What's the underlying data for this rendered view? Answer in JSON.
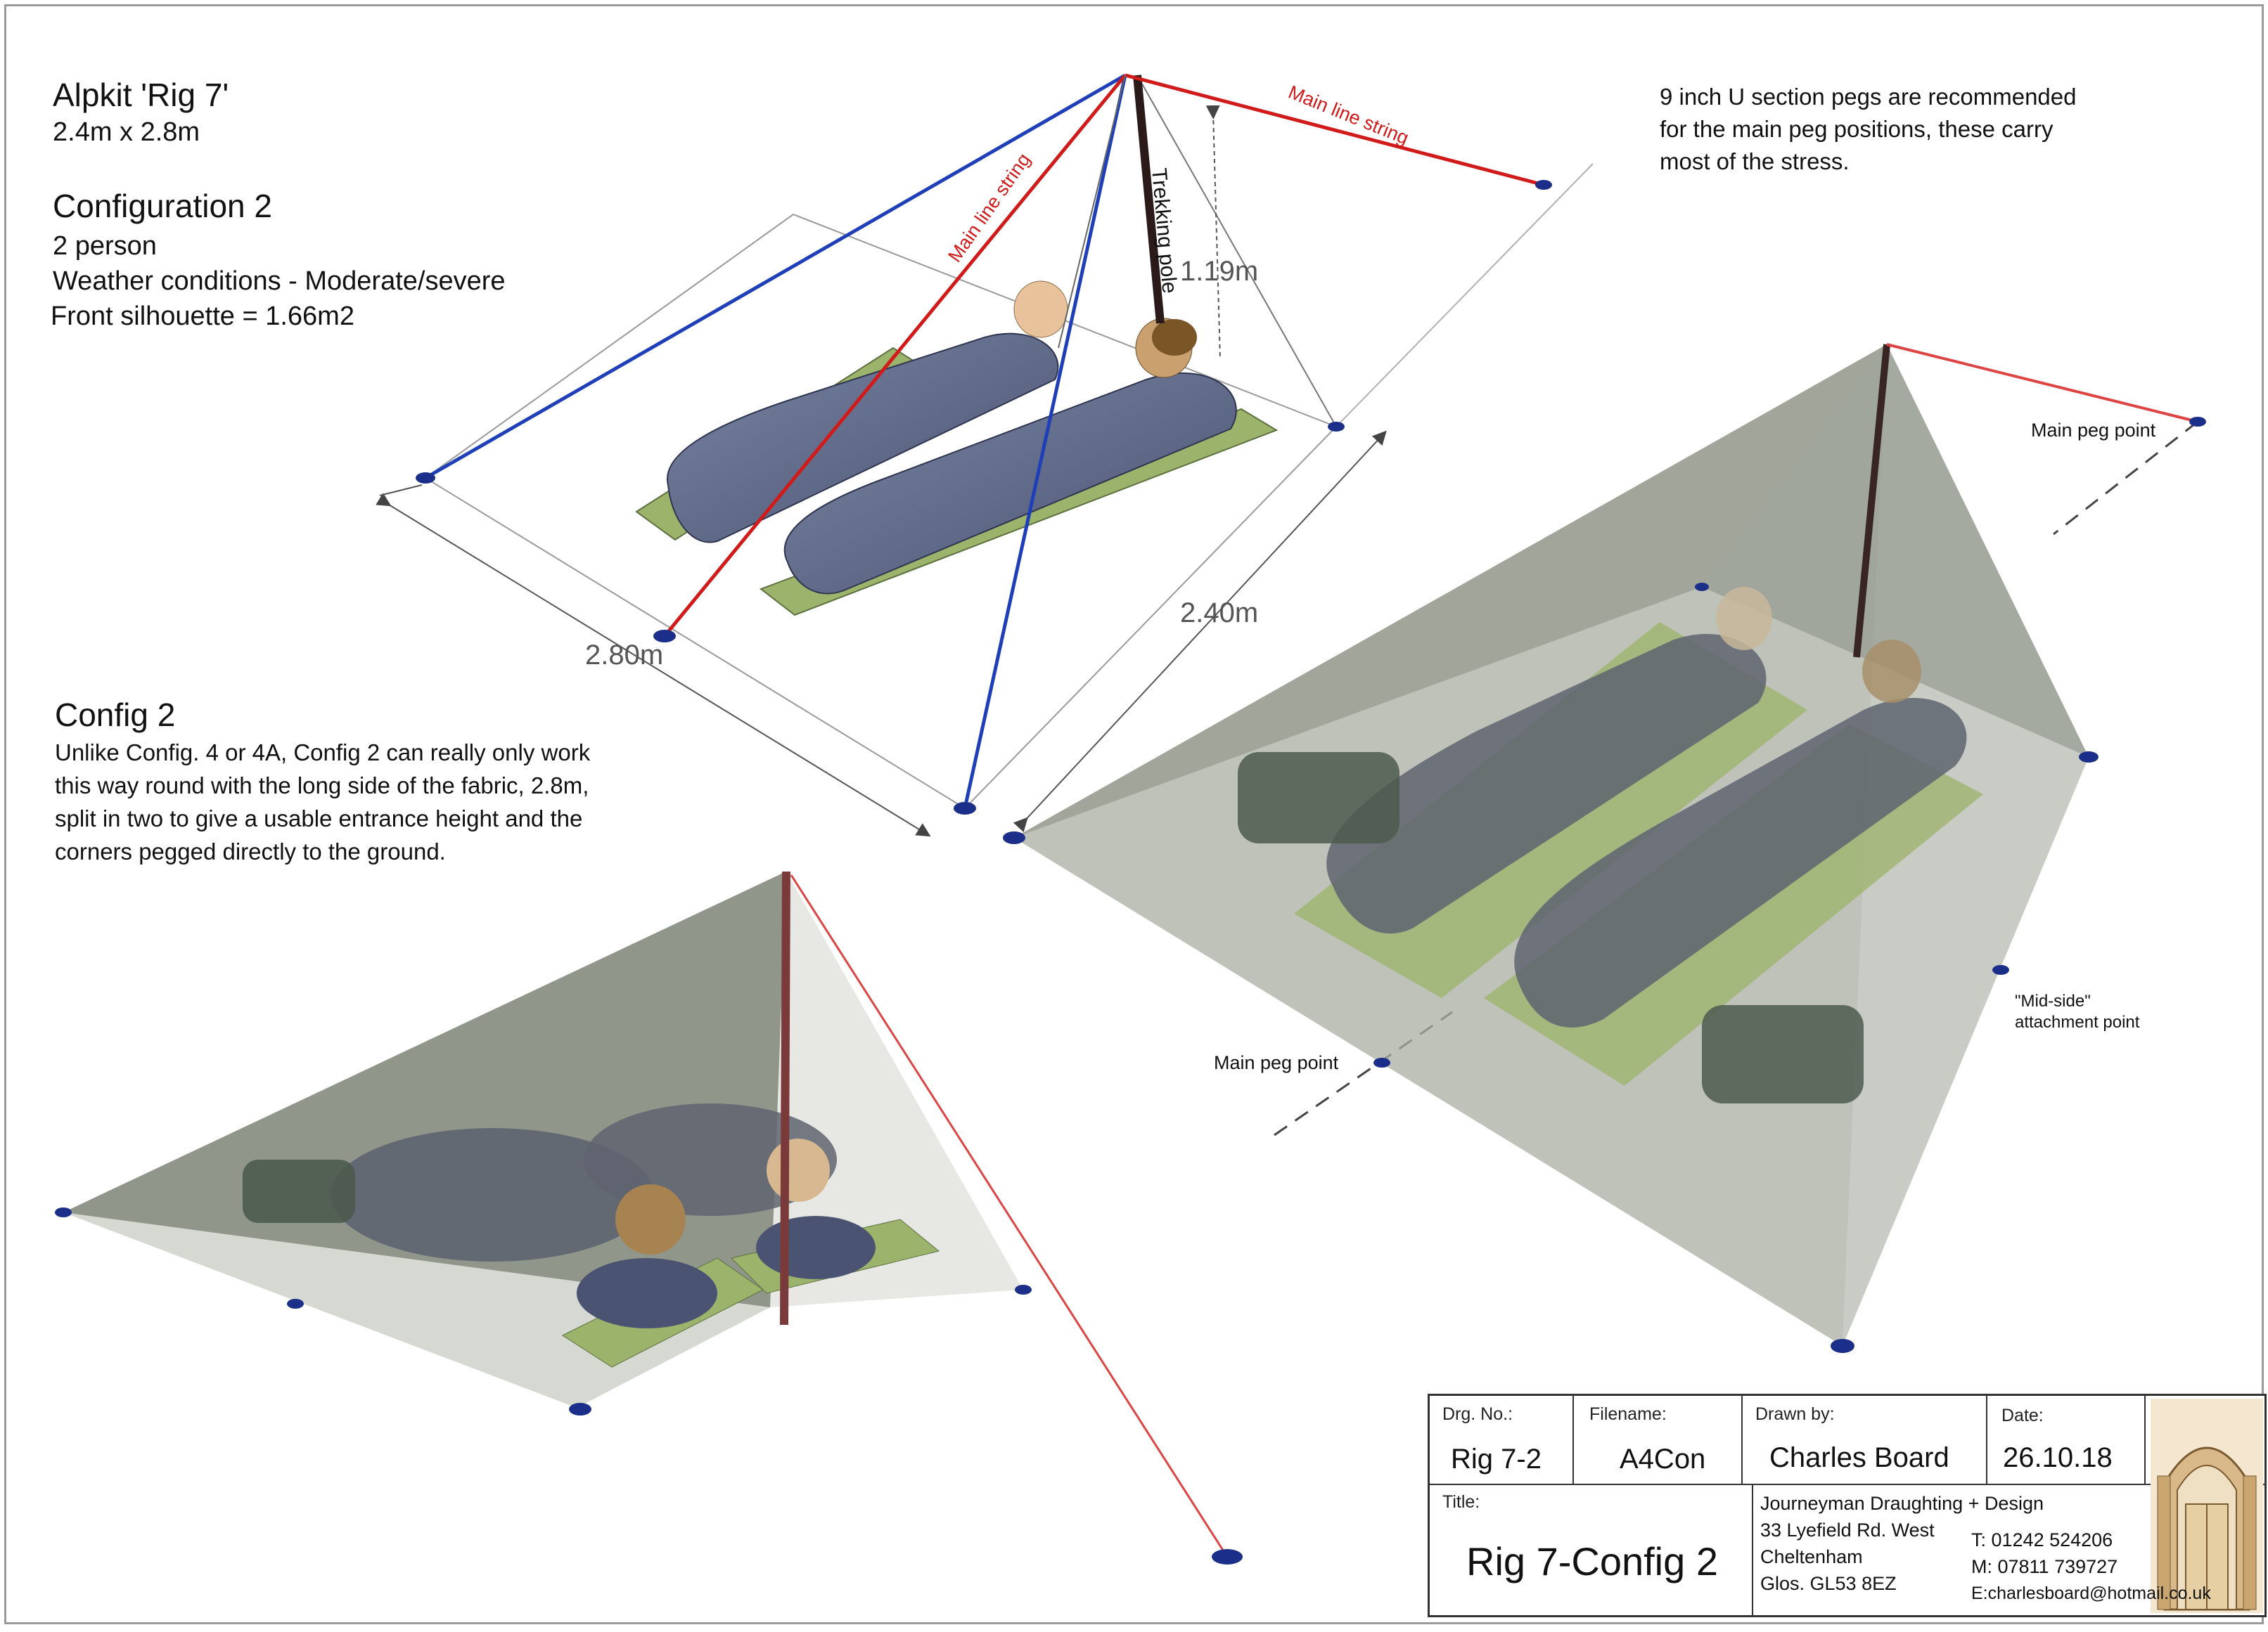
{
  "header": {
    "product": "Alpkit 'Rig 7'",
    "size": "2.4m x 2.8m",
    "config_title": "Configuration 2",
    "persons": "2 person",
    "weather": "Weather conditions - Moderate/severe",
    "silhouette": "Front silhouette = 1.66m2"
  },
  "notes": {
    "pegs_line1": "9 inch U section pegs are recommended",
    "pegs_line2": "for the main peg positions, these carry",
    "pegs_line3": "most of the stress.",
    "config_heading": "Config 2",
    "config_text": "Unlike Config. 4 or 4A, Config 2 can really only work this way round with the long side of the fabric, 2.8m, split in two to give a usable entrance height and the corners pegged directly to the ground."
  },
  "labels": {
    "main_line_left": "Main line string",
    "main_line_right": "Main line string",
    "trekking_pole": "Trekking pole",
    "height": "1.19m",
    "length": "2.80m",
    "width": "2.40m",
    "main_peg_right": "Main peg point",
    "main_peg_left": "Main peg point",
    "mid_side_1": "\"Mid-side\"",
    "mid_side_2": "attachment point"
  },
  "title_block": {
    "drg_no_label": "Drg. No.:",
    "drg_no": "Rig 7-2",
    "filename_label": "Filename:",
    "filename": "A4Con",
    "drawn_by_label": "Drawn by:",
    "drawn_by": "Charles Board",
    "date_label": "Date:",
    "date": "26.10.18",
    "title_label": "Title:",
    "title": "Rig 7-Config 2",
    "company": "Journeyman Draughting + Design",
    "addr1": "33 Lyefield Rd. West",
    "addr2": "Cheltenham",
    "addr3": "Glos. GL53 8EZ",
    "phone": "T: 01242 524206",
    "mobile": "M: 07811 739727",
    "email": "E:charlesboard@hotmail.co.uk"
  },
  "colors": {
    "red_line": "#d11a1a",
    "blue_line": "#1f3fb8",
    "peg": "#1b2f8a",
    "tarp": "#8e9488",
    "sleeping_bag": "#5e6a87",
    "mat": "#9bb36a"
  },
  "icons": {
    "logo": "doorway-logo-icon"
  }
}
